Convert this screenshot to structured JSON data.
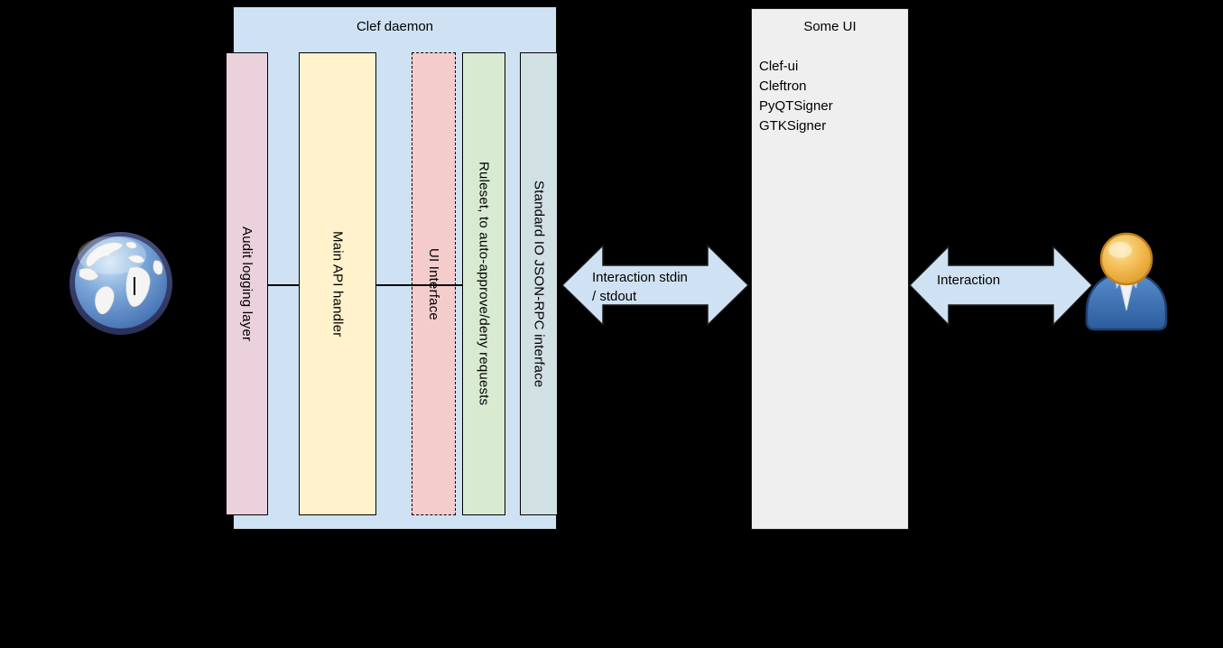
{
  "diagram": {
    "background": "#000000",
    "clef_daemon": {
      "title": "Clef daemon",
      "fill": "#cfe2f3",
      "bars": [
        {
          "label": "Audit logging layer",
          "fill": "#ead1dc",
          "border_style": "solid"
        },
        {
          "label": "Main API handler",
          "fill": "#fff2cc",
          "border_style": "solid"
        },
        {
          "label": "UI Interface",
          "fill": "#f4cccc",
          "border_style": "dashed"
        },
        {
          "label": "Ruleset, to auto-approve/deny requests",
          "fill": "#d9ead3",
          "border_style": "solid"
        },
        {
          "label": "Standard IO JSON-RPC interface",
          "fill": "#d0e0e3",
          "border_style": "solid"
        }
      ]
    },
    "some_ui": {
      "title": "Some UI",
      "fill": "#efefef",
      "items": [
        "Clef-ui",
        "Cleftron",
        "PyQTSigner",
        "GTKSigner"
      ]
    },
    "connectors": {
      "left_arrow": {
        "label_line1": "Interaction stdin",
        "label_line2": "/ stdout",
        "fill": "#cfe2f3"
      },
      "right_arrow": {
        "label": "Interaction",
        "fill": "#cfe2f3"
      }
    },
    "icons": {
      "left": "globe-icon",
      "right": "user-icon"
    }
  }
}
